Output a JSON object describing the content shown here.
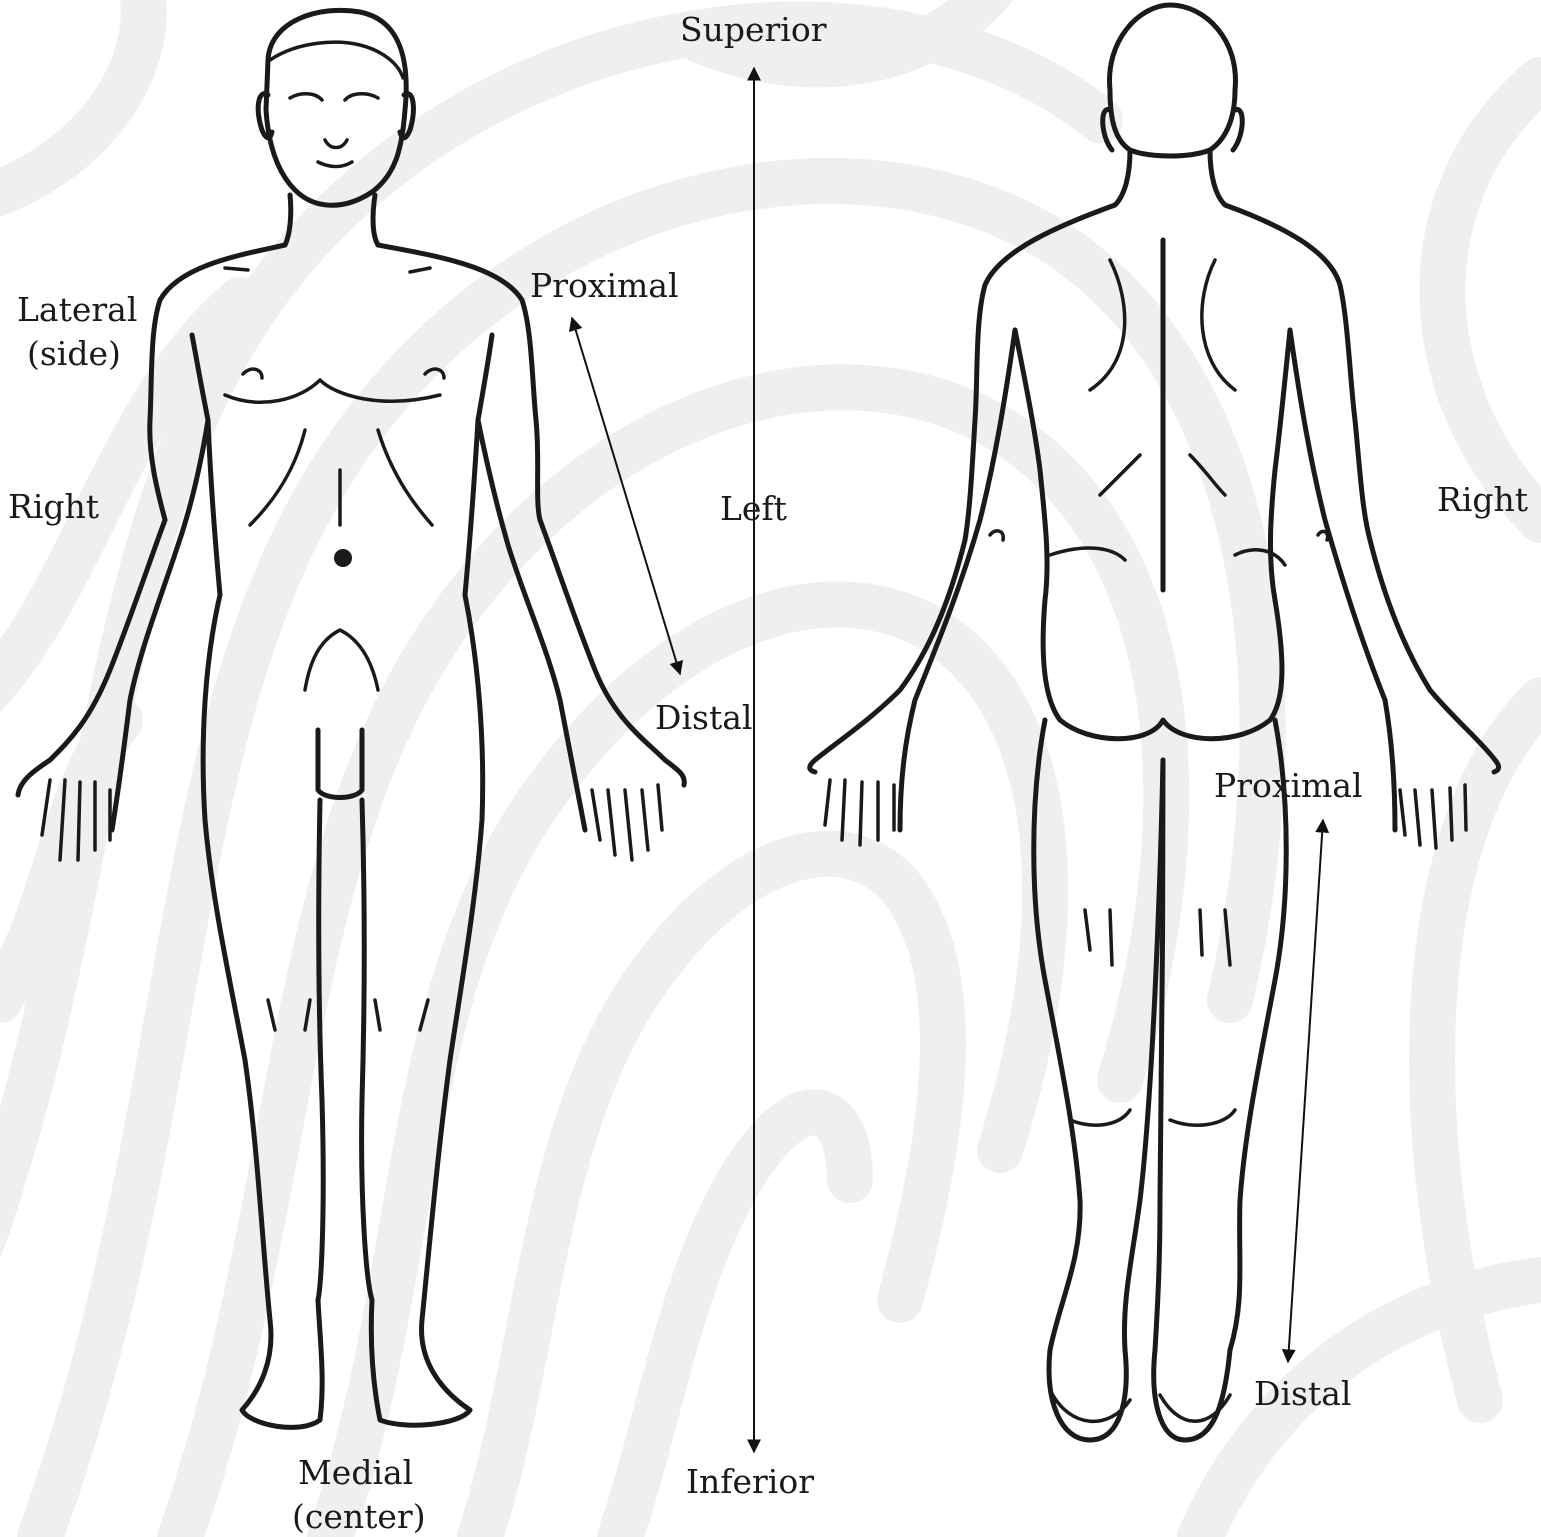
{
  "colors": {
    "background": "#ffffff",
    "fingerprint_pattern": "#efefef",
    "line": "#1a1a1a"
  },
  "labels": {
    "superior": "Superior",
    "inferior": "Inferior",
    "left": "Left",
    "right_front": "Right",
    "right_back": "Right",
    "lateral": "Lateral",
    "lateral_sub": "(side)",
    "medial": "Medial",
    "medial_sub": "(center)",
    "proximal_arm": "Proximal",
    "distal_arm": "Distal",
    "proximal_leg": "Proximal",
    "distal_leg": "Distal"
  },
  "figures": {
    "front": "anterior-body-figure",
    "back": "posterior-body-figure"
  }
}
